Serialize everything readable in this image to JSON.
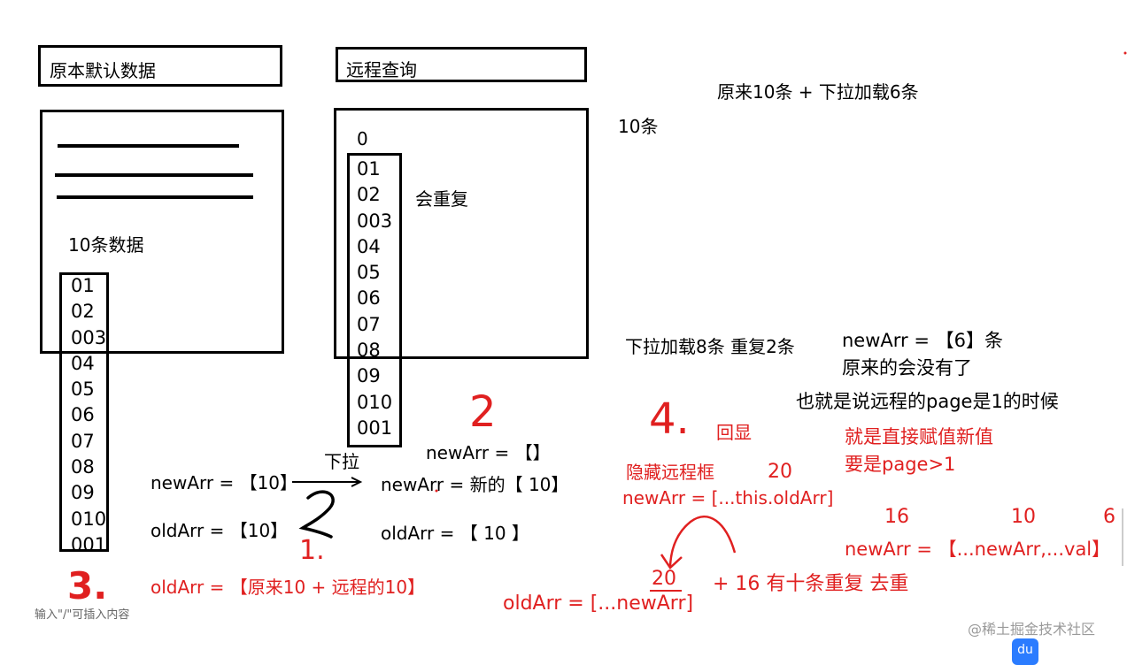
{
  "boxes": {
    "left_title": "原本默认数据",
    "right_title": "远程查询"
  },
  "left": {
    "label": "10条数据",
    "items": [
      "01",
      "02",
      "003",
      "04",
      "05",
      "06",
      "07",
      "08",
      "09",
      "010",
      "001"
    ]
  },
  "right": {
    "zero": "0",
    "items": [
      "01",
      "02",
      "003",
      "04",
      "05",
      "06",
      "07",
      "08",
      "09",
      "010",
      "001"
    ],
    "repeat_note": "会重复"
  },
  "notes": {
    "top_formula": "原来10条 + 下拉加载6条",
    "ten": "10条",
    "pull8": "下拉加载8条  重复2条",
    "newarr6": "newArr = 【6】条",
    "original_gone": "原来的会没有了",
    "remote_page1": "也就是说远程的page是1的时候",
    "assign_new": "就是直接赋值新值",
    "page_gt1": "要是page>1"
  },
  "flow": {
    "pull_label": "下拉",
    "newarr10": "newArr = 【10】",
    "oldarr10": "oldArr  = 【10】",
    "newarr_empty": "newArr = 【】",
    "newarr_new10": "newArr = 新的【 10】",
    "oldarr_10b": "oldArr = 【 10 】",
    "oldarr_red": "oldArr = 【原来10 + 远程的10】",
    "step1": "1.",
    "step2": "2",
    "step3": "3.",
    "step4": "4."
  },
  "right_red": {
    "echo": "回显",
    "hide_remote": "隐藏远程框",
    "twenty_a": "20",
    "newarr_spread_old": "newArr  = [...this.oldArr]",
    "n16": "16",
    "n10": "10",
    "n6": "6",
    "newarr_merge": "newArr = 【...newArr,...val】",
    "twenty_b": "20",
    "plus16": "+ 16  有十条重复 去重",
    "oldarr_spread_new": "oldArr = [...newArr]"
  },
  "footer": {
    "input_hint": "输入\"/\"可插入内容",
    "watermark": "@稀土掘金技术社区"
  }
}
